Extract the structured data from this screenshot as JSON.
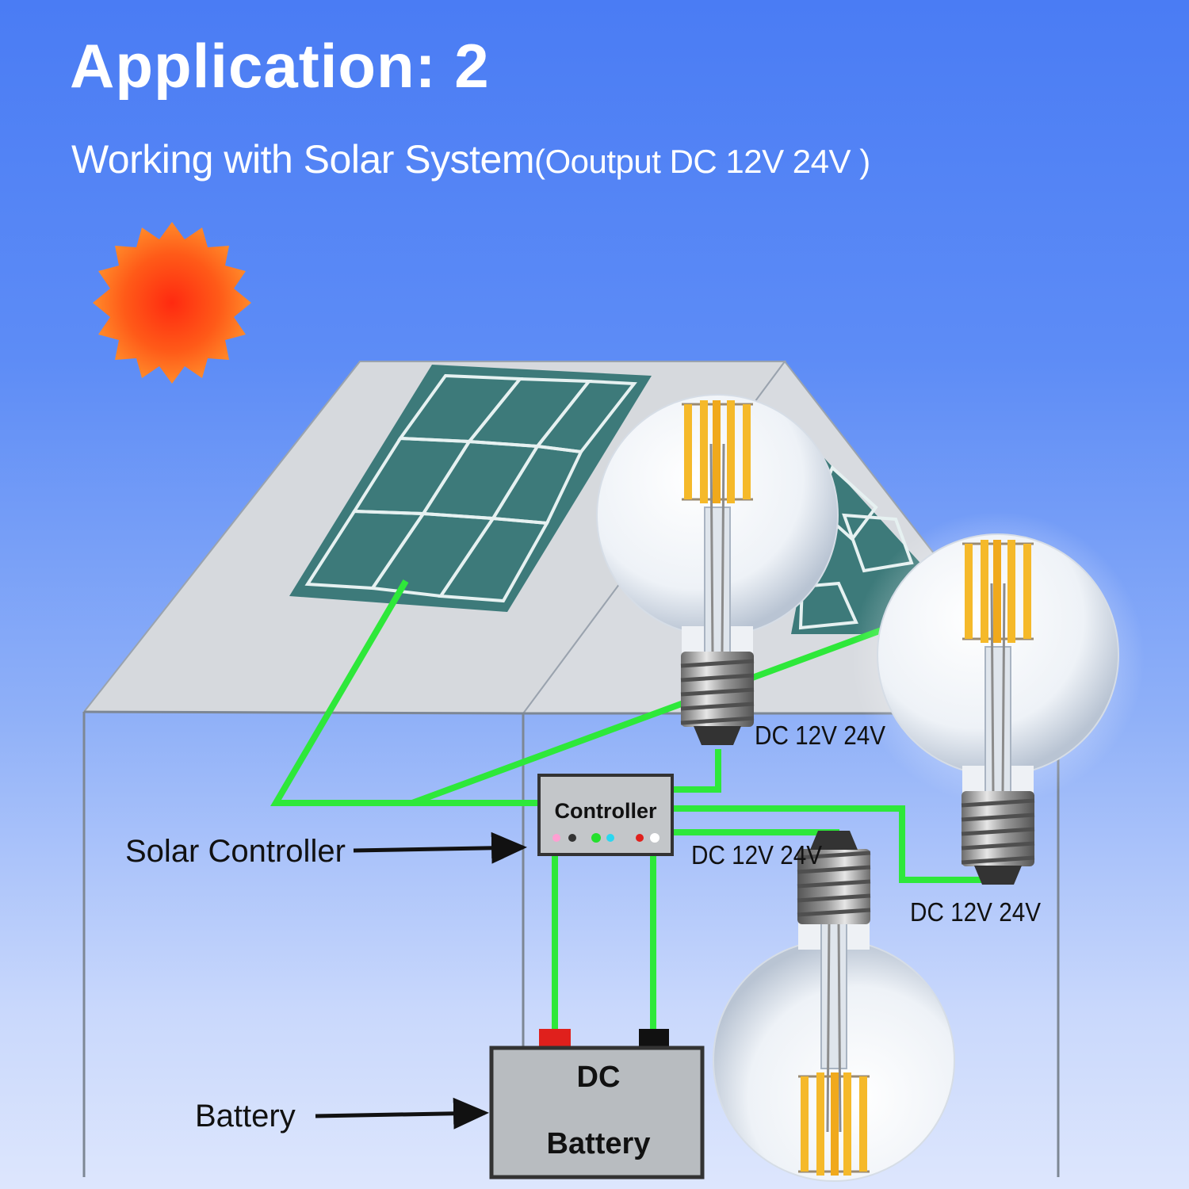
{
  "title": "Application: 2",
  "subtitle": {
    "main": "Working with Solar System",
    "paren": "(Ooutput DC 12V 24V )"
  },
  "labels": {
    "solar_controller": "Solar Controller",
    "battery": "Battery",
    "controller_box": "Controller",
    "battery_box_line1": "DC",
    "battery_box_line2": "Battery",
    "voltage_bulb_top": "DC 12V 24V",
    "voltage_bulb_bottom": "DC 12V 24V",
    "voltage_bulb_right": "DC 12V 24V"
  },
  "colors": {
    "sky_top": "#4a7cf4",
    "sky_bottom": "#dde6fd",
    "wire": "#2ee83a",
    "panel": "#3d7a7a",
    "roof": "#d6d9dd",
    "sun": "#ff6a1c",
    "filament": "#f5b92a",
    "terminal_positive": "#e0201c",
    "terminal_negative": "#111111"
  },
  "icons": {
    "sun": "sun-icon",
    "bulb": "filament-bulb-icon",
    "arrow": "arrow-right-icon"
  }
}
